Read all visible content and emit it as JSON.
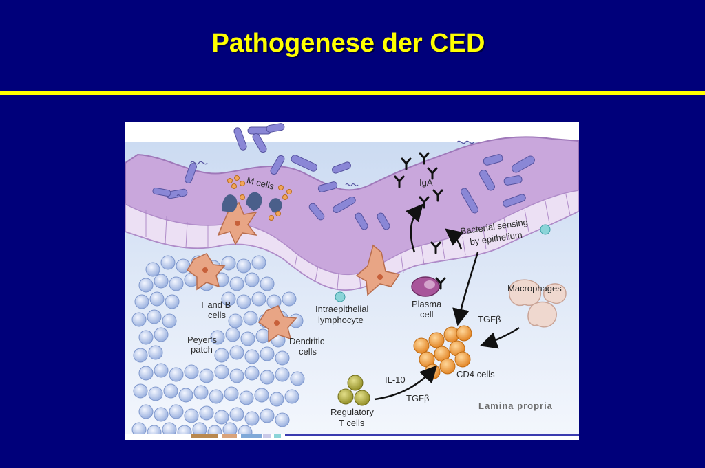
{
  "slide": {
    "title": "Pathogenese der CED"
  },
  "colors": {
    "background": "#00007a",
    "title": "#ffff00",
    "rule": "#ffff00",
    "epithelium": "#c9a7dc",
    "bacteria": "#7f7fd0",
    "cd4_cells": "#f29b3a",
    "regulatory_t_cells": "#a7a23a",
    "plasma_cell": "#a8559a",
    "lymphoid_cells": "#b8c8ea"
  },
  "figure": {
    "labels": {
      "m_cells": "M cells",
      "iga": "IgA",
      "bacterial_sensing_line1": "Bacterial sensing",
      "bacterial_sensing_line2": "by epithelium",
      "t_and_b_line1": "T and B",
      "t_and_b_line2": "cells",
      "peyers_line1": "Peyer's",
      "peyers_line2": "patch",
      "dendritic_line1": "Dendritic",
      "dendritic_line2": "cells",
      "iel_line1": "Intraepithelial",
      "iel_line2": "lymphocyte",
      "plasma_line1": "Plasma",
      "plasma_line2": "cell",
      "macrophages": "Macrophages",
      "tgf_macrophage": "TGFβ",
      "cd4": "CD4 cells",
      "il10": "IL-10",
      "tgf_treg": "TGFβ",
      "treg_line1": "Regulatory",
      "treg_line2": "T cells",
      "lamina_propria": "Lamina propria"
    }
  }
}
